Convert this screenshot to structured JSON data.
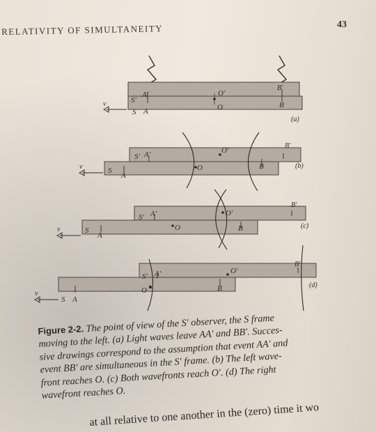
{
  "running_head": "RELATIVITY OF SIMULTANEITY",
  "page_number": "43",
  "figure": {
    "panels": [
      {
        "tag": "(a)",
        "labels": [
          "S'",
          "A'",
          "O'",
          "B'",
          "S",
          "A",
          "O",
          "B"
        ],
        "arrow_label": "v"
      },
      {
        "tag": "(b)",
        "labels": [
          "S'",
          "A'",
          "O'",
          "B'",
          "S",
          "A",
          "O",
          "B"
        ],
        "arrow_label": "v"
      },
      {
        "tag": "(c)",
        "labels": [
          "S'",
          "A'",
          "O'",
          "B'",
          "S",
          "A",
          "O",
          "B"
        ],
        "arrow_label": "v"
      },
      {
        "tag": "(d)",
        "labels": [
          "S'",
          "A'",
          "O'",
          "B'",
          "S",
          "A",
          "O",
          "B"
        ],
        "arrow_label": "v"
      }
    ]
  },
  "caption": {
    "label": "Figure 2-2.",
    "lines": [
      "The point of view of the S' observer, the S frame",
      "moving to the left. (a) Light waves leave AA' and BB'. Succes-",
      "sive drawings correspond to the assumption that event AA' and",
      "event BB' are simultaneous in the S' frame. (b) The left wave-",
      "front reaches O. (c) Both wavefronts reach O'. (d) The right",
      "wavefront reaches O."
    ]
  },
  "body_fragment": "at all relative to one another in the (zero) time it wo"
}
